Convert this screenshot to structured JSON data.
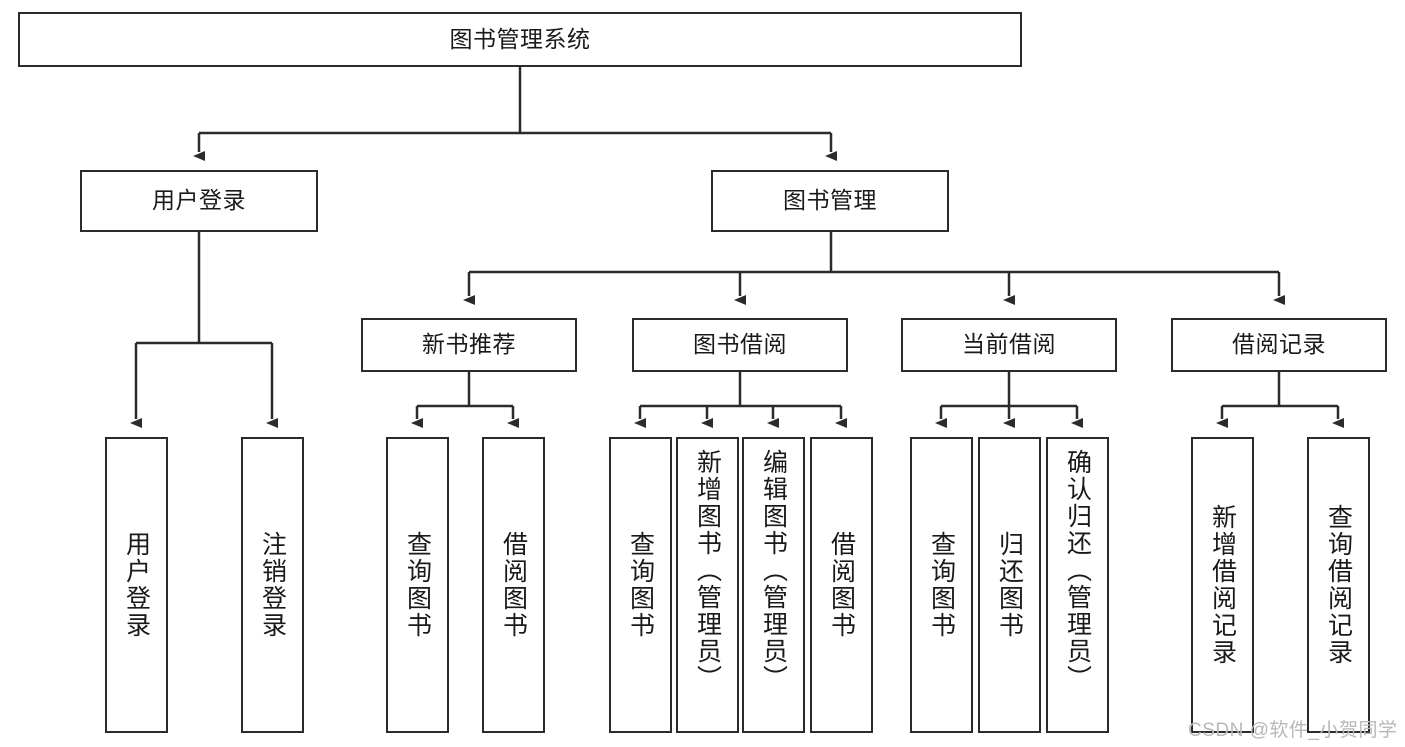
{
  "diagram": {
    "title": "图书管理系统",
    "type": "tree-hierarchy-chart",
    "colors": {
      "node_border": "#2b2b2b",
      "node_fill": "#ffffff",
      "edge": "#2b2b2b",
      "background": "#ffffff",
      "watermark": "#b7b7b7"
    },
    "watermark": "CSDN @软件_小贺同学",
    "nodes": {
      "root": {
        "label": "图书管理系统",
        "level": 1,
        "orientation": "horizontal"
      },
      "user_login": {
        "label": "用户登录",
        "level": 2,
        "orientation": "horizontal"
      },
      "book_manage": {
        "label": "图书管理",
        "level": 2,
        "orientation": "horizontal"
      },
      "new_book_rec": {
        "label": "新书推荐",
        "level": 3,
        "orientation": "horizontal"
      },
      "book_borrow": {
        "label": "图书借阅",
        "level": 3,
        "orientation": "horizontal"
      },
      "current_borrow": {
        "label": "当前借阅",
        "level": 3,
        "orientation": "horizontal"
      },
      "borrow_record": {
        "label": "借阅记录",
        "level": 3,
        "orientation": "horizontal"
      },
      "leaf_user_login": {
        "label": "用户登录",
        "level": 4,
        "orientation": "vertical"
      },
      "leaf_user_logout": {
        "label": "注销登录",
        "level": 4,
        "orientation": "vertical"
      },
      "leaf_rec_query": {
        "label": "查询图书",
        "level": 4,
        "orientation": "vertical"
      },
      "leaf_rec_borrow": {
        "label": "借阅图书",
        "level": 4,
        "orientation": "vertical"
      },
      "leaf_borrow_query": {
        "label": "查询图书",
        "level": 4,
        "orientation": "vertical"
      },
      "leaf_add_book": {
        "label": "新增图书（管理员）",
        "level": 4,
        "orientation": "vertical"
      },
      "leaf_edit_book": {
        "label": "编辑图书（管理员）",
        "level": 4,
        "orientation": "vertical"
      },
      "leaf_borrow_book": {
        "label": "借阅图书",
        "level": 4,
        "orientation": "vertical"
      },
      "leaf_cur_query": {
        "label": "查询图书",
        "level": 4,
        "orientation": "vertical"
      },
      "leaf_return_book": {
        "label": "归还图书",
        "level": 4,
        "orientation": "vertical"
      },
      "leaf_confirm_return": {
        "label": "确认归还（管理员）",
        "level": 4,
        "orientation": "vertical"
      },
      "leaf_add_record": {
        "label": "新增借阅记录",
        "level": 4,
        "orientation": "vertical"
      },
      "leaf_query_record": {
        "label": "查询借阅记录",
        "level": 4,
        "orientation": "vertical"
      }
    },
    "edges": [
      {
        "from": "root",
        "to": "user_login"
      },
      {
        "from": "root",
        "to": "book_manage"
      },
      {
        "from": "user_login",
        "to": "leaf_user_login"
      },
      {
        "from": "user_login",
        "to": "leaf_user_logout"
      },
      {
        "from": "book_manage",
        "to": "new_book_rec"
      },
      {
        "from": "book_manage",
        "to": "book_borrow"
      },
      {
        "from": "book_manage",
        "to": "current_borrow"
      },
      {
        "from": "book_manage",
        "to": "borrow_record"
      },
      {
        "from": "new_book_rec",
        "to": "leaf_rec_query"
      },
      {
        "from": "new_book_rec",
        "to": "leaf_rec_borrow"
      },
      {
        "from": "book_borrow",
        "to": "leaf_borrow_query"
      },
      {
        "from": "book_borrow",
        "to": "leaf_add_book"
      },
      {
        "from": "book_borrow",
        "to": "leaf_edit_book"
      },
      {
        "from": "book_borrow",
        "to": "leaf_borrow_book"
      },
      {
        "from": "current_borrow",
        "to": "leaf_cur_query"
      },
      {
        "from": "current_borrow",
        "to": "leaf_return_book"
      },
      {
        "from": "current_borrow",
        "to": "leaf_confirm_return"
      },
      {
        "from": "borrow_record",
        "to": "leaf_add_record"
      },
      {
        "from": "borrow_record",
        "to": "leaf_query_record"
      }
    ]
  }
}
